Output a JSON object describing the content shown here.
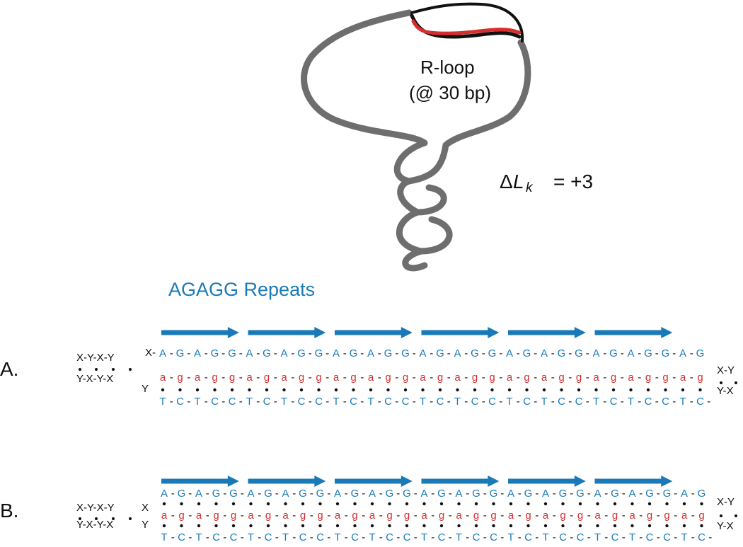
{
  "rloop": {
    "label_line1": "R-loop",
    "label_line2": "(@ 30 bp)",
    "delta_symbol": "Δ",
    "lk_symbol": "L",
    "lk_subscript": "k",
    "lk_value": "= +3"
  },
  "repeats_title": "AGAGG Repeats",
  "panel_a": {
    "label": "A.",
    "left_top": "X-Y-X-Y",
    "left_bottom": "Y-X-Y-X",
    "left_link_top": "X-",
    "left_link_bottom": "Y",
    "right_top": "X-Y",
    "right_bottom": "Y-X",
    "top_strand": [
      "A",
      "G",
      "A",
      "G",
      "G",
      "A",
      "G",
      "A",
      "G",
      "G",
      "A",
      "G",
      "A",
      "G",
      "G",
      "A",
      "G",
      "A",
      "G",
      "G",
      "A",
      "G",
      "A",
      "G",
      "G",
      "A",
      "G",
      "A",
      "G",
      "G",
      "A",
      "G"
    ],
    "rna_strand": [
      "a",
      "g",
      "a",
      "g",
      "g",
      "a",
      "g",
      "a",
      "g",
      "g",
      "a",
      "g",
      "a",
      "g",
      "g",
      "a",
      "g",
      "a",
      "g",
      "g",
      "a",
      "g",
      "a",
      "g",
      "g",
      "a",
      "g",
      "a",
      "g",
      "g",
      "a",
      "g"
    ],
    "bottom_strand": [
      "T",
      "C",
      "T",
      "C",
      "C",
      "T",
      "C",
      "T",
      "C",
      "C",
      "T",
      "C",
      "T",
      "C",
      "C",
      "T",
      "C",
      "T",
      "C",
      "C",
      "T",
      "C",
      "T",
      "C",
      "C",
      "T",
      "C",
      "T",
      "C",
      "C",
      "T",
      "C"
    ]
  },
  "panel_b": {
    "label": "B.",
    "left_top": "X-Y-X-Y",
    "left_bottom": "Y-X-Y-X",
    "left_link_top": "X",
    "left_link_bottom": "Y",
    "right_top": "X-Y",
    "right_bottom": "Y-X",
    "top_strand": [
      "A",
      "G",
      "A",
      "G",
      "G",
      "A",
      "G",
      "A",
      "G",
      "G",
      "A",
      "G",
      "A",
      "G",
      "G",
      "A",
      "G",
      "A",
      "G",
      "G",
      "A",
      "G",
      "A",
      "G",
      "G",
      "A",
      "G",
      "A",
      "G",
      "G",
      "A",
      "G"
    ],
    "rna_strand": [
      "a",
      "g",
      "a",
      "g",
      "g",
      "a",
      "g",
      "a",
      "g",
      "g",
      "a",
      "g",
      "a",
      "g",
      "g",
      "a",
      "g",
      "a",
      "g",
      "g",
      "a",
      "g",
      "a",
      "g",
      "g",
      "a",
      "g",
      "a",
      "g",
      "g",
      "a",
      "g"
    ],
    "bottom_strand": [
      "T",
      "C",
      "T",
      "C",
      "C",
      "T",
      "C",
      "T",
      "C",
      "C",
      "T",
      "C",
      "T",
      "C",
      "C",
      "T",
      "C",
      "T",
      "C",
      "C",
      "T",
      "C",
      "T",
      "C",
      "C",
      "T",
      "C",
      "T",
      "C",
      "C",
      "T",
      "C"
    ]
  },
  "colors": {
    "dna": "#6e6e6e",
    "rna": "#d62e2e",
    "strand_dark": "#111111",
    "repeat_blue": "#1a7ab8",
    "arrow_blue": "#1a7ab8"
  }
}
